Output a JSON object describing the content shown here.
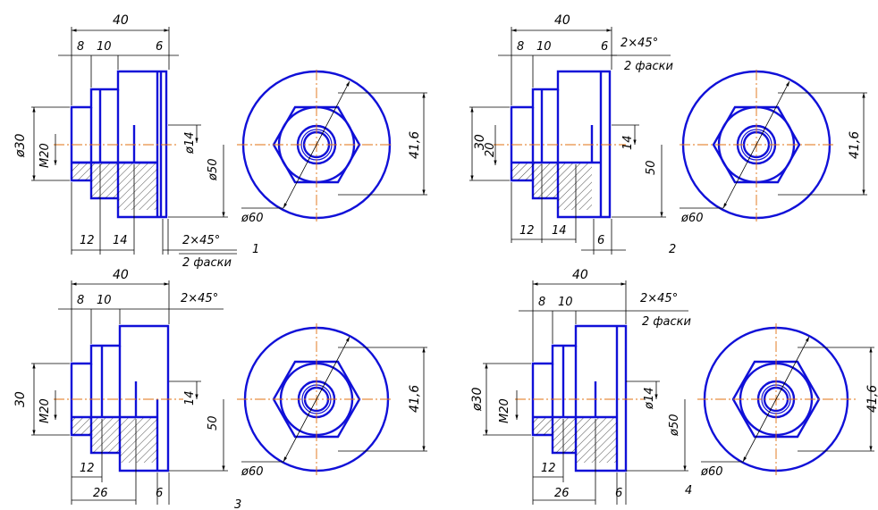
{
  "drawings": [
    {
      "label": "1",
      "front": {
        "top": "40",
        "a": "8",
        "b": "10",
        "c": "6",
        "bot1": "12",
        "bot2": "14",
        "chamfer": "2×45°",
        "chamfer_note": "2 фаски",
        "left_outer": "ø30",
        "left_inner": "M20",
        "right_small": "ø14",
        "right_big": "ø50"
      },
      "side": {
        "diameter": "ø60",
        "height": "41,6"
      }
    },
    {
      "label": "2",
      "front": {
        "top": "40",
        "a": "8",
        "b": "10",
        "c": "6",
        "bot1": "12",
        "bot2": "14",
        "chamfer": "2×45°",
        "chamfer_note": "2 фаски",
        "left_outer": "30",
        "left_inner": "20",
        "right_small": "14",
        "right_big": "50"
      },
      "side": {
        "diameter": "ø60",
        "height": "41,6"
      }
    },
    {
      "label": "3",
      "front": {
        "top": "40",
        "a": "8",
        "b": "10",
        "c": "6",
        "bot1": "12",
        "bot2": "26",
        "chamfer": "2×45°",
        "chamfer_note": "",
        "left_outer": "30",
        "left_inner": "M20",
        "right_small": "14",
        "right_big": "50"
      },
      "side": {
        "diameter": "ø60",
        "height": "41,6"
      }
    },
    {
      "label": "4",
      "front": {
        "top": "40",
        "a": "8",
        "b": "10",
        "c": "6",
        "bot1": "12",
        "bot2": "26",
        "chamfer": "2×45°",
        "chamfer_note": "2 фаски",
        "left_outer": "ø30",
        "left_inner": "M20",
        "right_small": "ø14",
        "right_big": "ø50"
      },
      "side": {
        "diameter": "ø60",
        "height": "41,6"
      }
    }
  ],
  "colors": {
    "outline": "#1010d8",
    "axis": "#e07010",
    "dimension": "#000000"
  }
}
